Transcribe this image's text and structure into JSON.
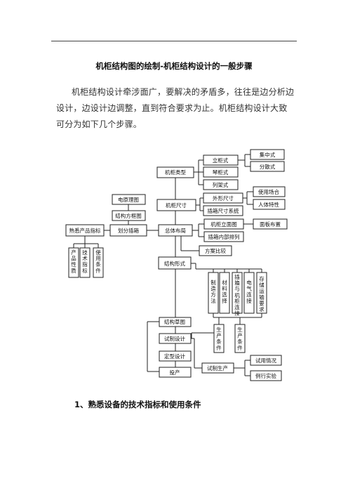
{
  "title": "机柜结构图的绘制-机柜结构设计的一般步骤",
  "intro": "机柜结构设计牵涉面广，要解决的矛盾多，往往是边分析边设计，边设计边调整，直到符合要求为止。机柜结构设计大致可分为如下几个步骤。",
  "flowchart": {
    "nodes": {
      "jizhongshi": "集中式",
      "ligui": "立柜式",
      "fensanshi": "分散式",
      "jiguileixing": "机柜类型",
      "qinguishi": "琴柜式",
      "liejiashi": "列架式",
      "shiyongchanghe": "使用场合",
      "waixingchicun": "外形尺寸",
      "dianyuanlitu": "电原理图",
      "jiguichicun": "机柜尺寸",
      "rentitexing": "人体特性",
      "chaxiangchicun": "插箱尺寸系统",
      "jiegoufangkuang": "结构方框图",
      "jiguilimian": "机柜立面图",
      "mianbanbuzhi": "面板布置",
      "shuxichanpin": "熟悉产品指标",
      "huafenchaxiang": "划分插箱",
      "zongtibuju": "总体布局",
      "chaxiangneibu": "插箱内部排列",
      "chanpinxingzhi": "产品性质",
      "jishuzhibiao": "技术指标",
      "shiyongtiaojian": "使用条件",
      "fanganbijiao": "方案比较",
      "jiegouxingshi": "结构形式",
      "zhizaofangfa": "制造方法",
      "cailiaoxuanze": "材料选择",
      "chaxiangyujigui": "插箱与机柜连接",
      "dianqilianjie": "电气连接",
      "cunchu": "存储运输要求",
      "jiegoucaotu": "结构草图",
      "shizhisheji": "试制设计",
      "shengchantiaojian1": "生产条件",
      "shengchantiaojian2": "生产条件",
      "dingxingsheji": "定型设计",
      "shiyongqingkuang": "试用情况",
      "shizhishengchan": "试制生产",
      "touchan": "投产",
      "lixingshiyan": "例行实验"
    }
  },
  "section_heading": "1、熟悉设备的技术指标和使用条件"
}
